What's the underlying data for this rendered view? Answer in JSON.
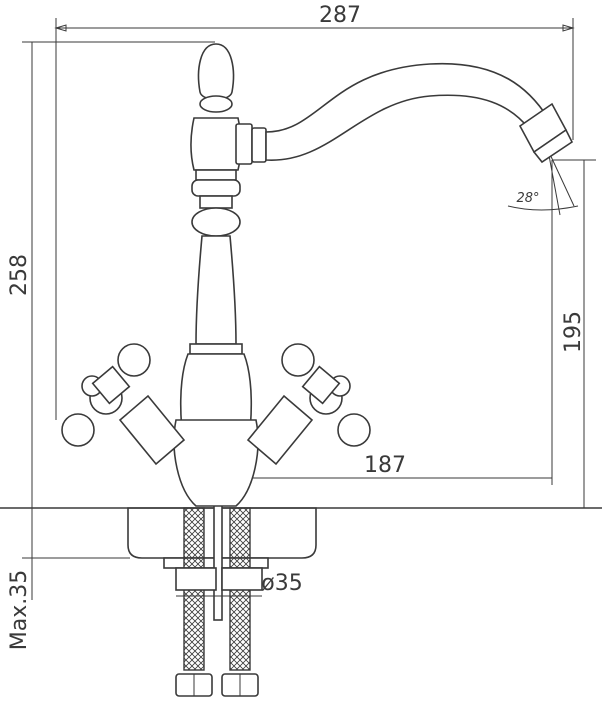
{
  "dimensions": {
    "overall_width": "287",
    "overall_height": "258",
    "spout_height": "195",
    "spout_reach": "187",
    "spout_angle": "28°",
    "pipe_diameter": "ø35",
    "max_counter_thickness": "Max.35"
  }
}
